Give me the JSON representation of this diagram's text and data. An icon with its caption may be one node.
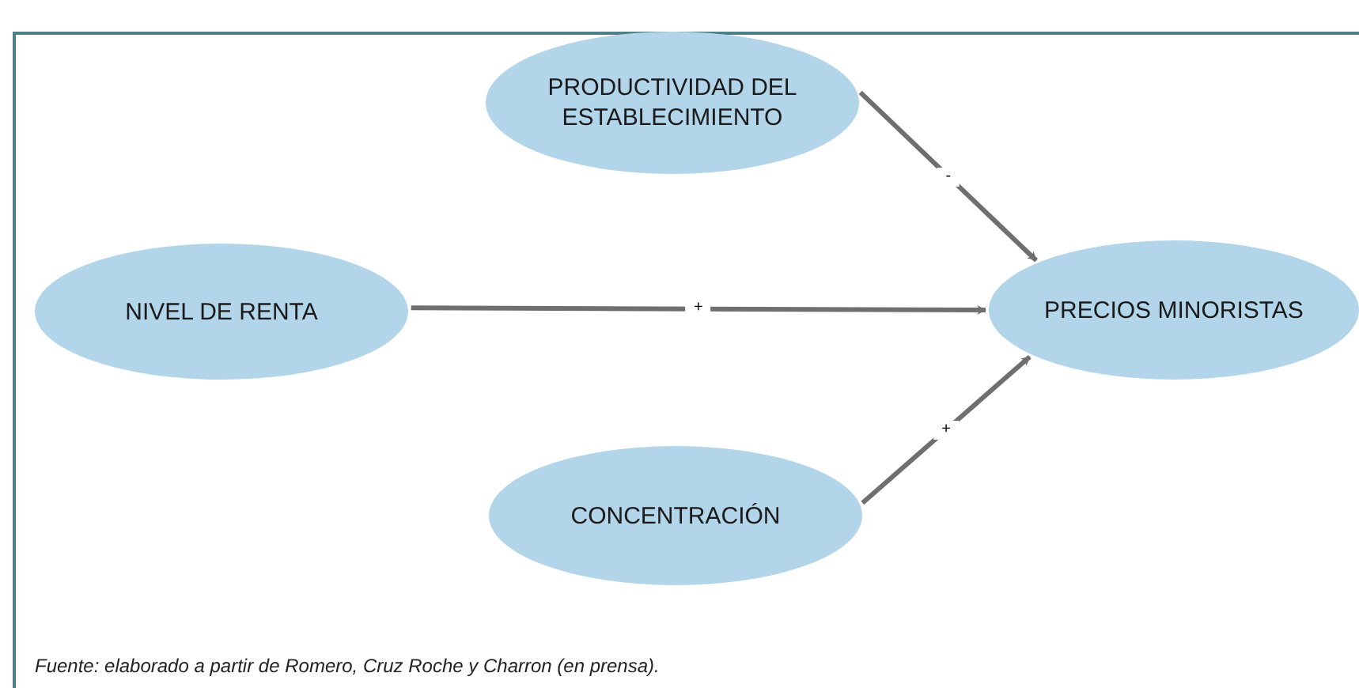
{
  "diagram": {
    "caption": "Fuente: elaborado a partir de Romero, Cruz Roche y Charron (en prensa).",
    "nodes": [
      {
        "text": [
          "PRODUCTIVIDAD DEL ESTABLECIMIENTO"
        ]
      },
      {
        "text": [
          "NIVEL DE RENTA"
        ]
      },
      {
        "text": [
          "PRECIOS MINORISTAS"
        ]
      },
      {
        "text": [
          "CONCENTRACIÓN"
        ]
      }
    ],
    "edges": [
      {
        "from": 0,
        "to": 2,
        "arrow": "to",
        "label": "-"
      },
      {
        "from": 1,
        "to": 2,
        "arrow": "to",
        "label": "+"
      },
      {
        "from": 3,
        "to": 2,
        "arrow": "to",
        "label": "+"
      }
    ]
  }
}
